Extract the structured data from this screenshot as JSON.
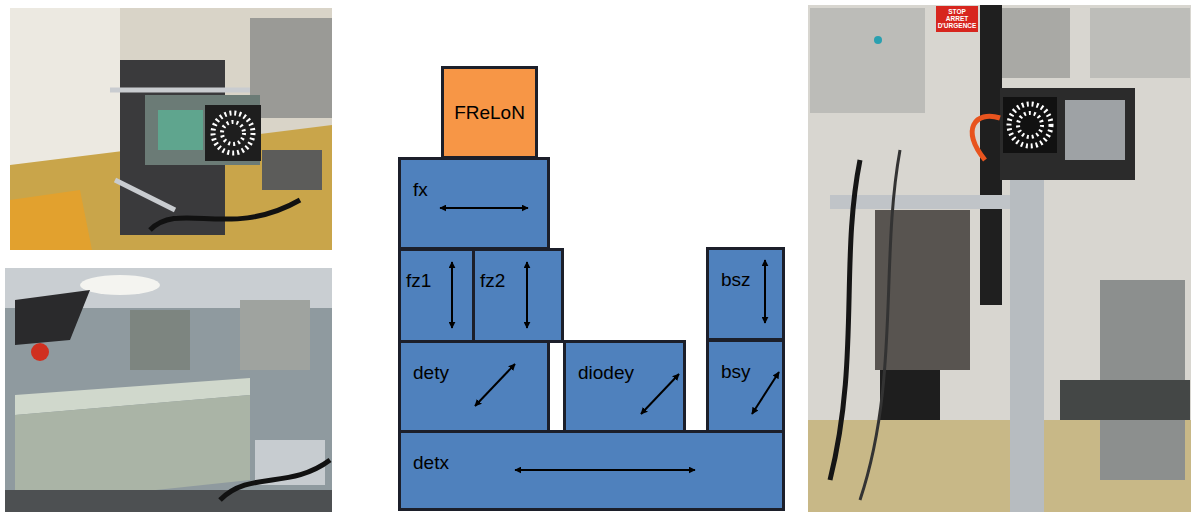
{
  "diagram": {
    "nodes": [
      {
        "text": [
          "FReLoN"
        ]
      },
      {
        "text": [
          "fx"
        ]
      },
      {
        "text": [
          "fz1"
        ]
      },
      {
        "text": [
          "fz2"
        ]
      },
      {
        "text": [
          "bsz"
        ]
      },
      {
        "text": [
          "dety"
        ]
      },
      {
        "text": [
          "diodey"
        ]
      },
      {
        "text": [
          "bsy"
        ]
      },
      {
        "text": [
          "detx"
        ]
      }
    ],
    "labels": [
      "STOP ARRET D'URGENCE"
    ]
  }
}
